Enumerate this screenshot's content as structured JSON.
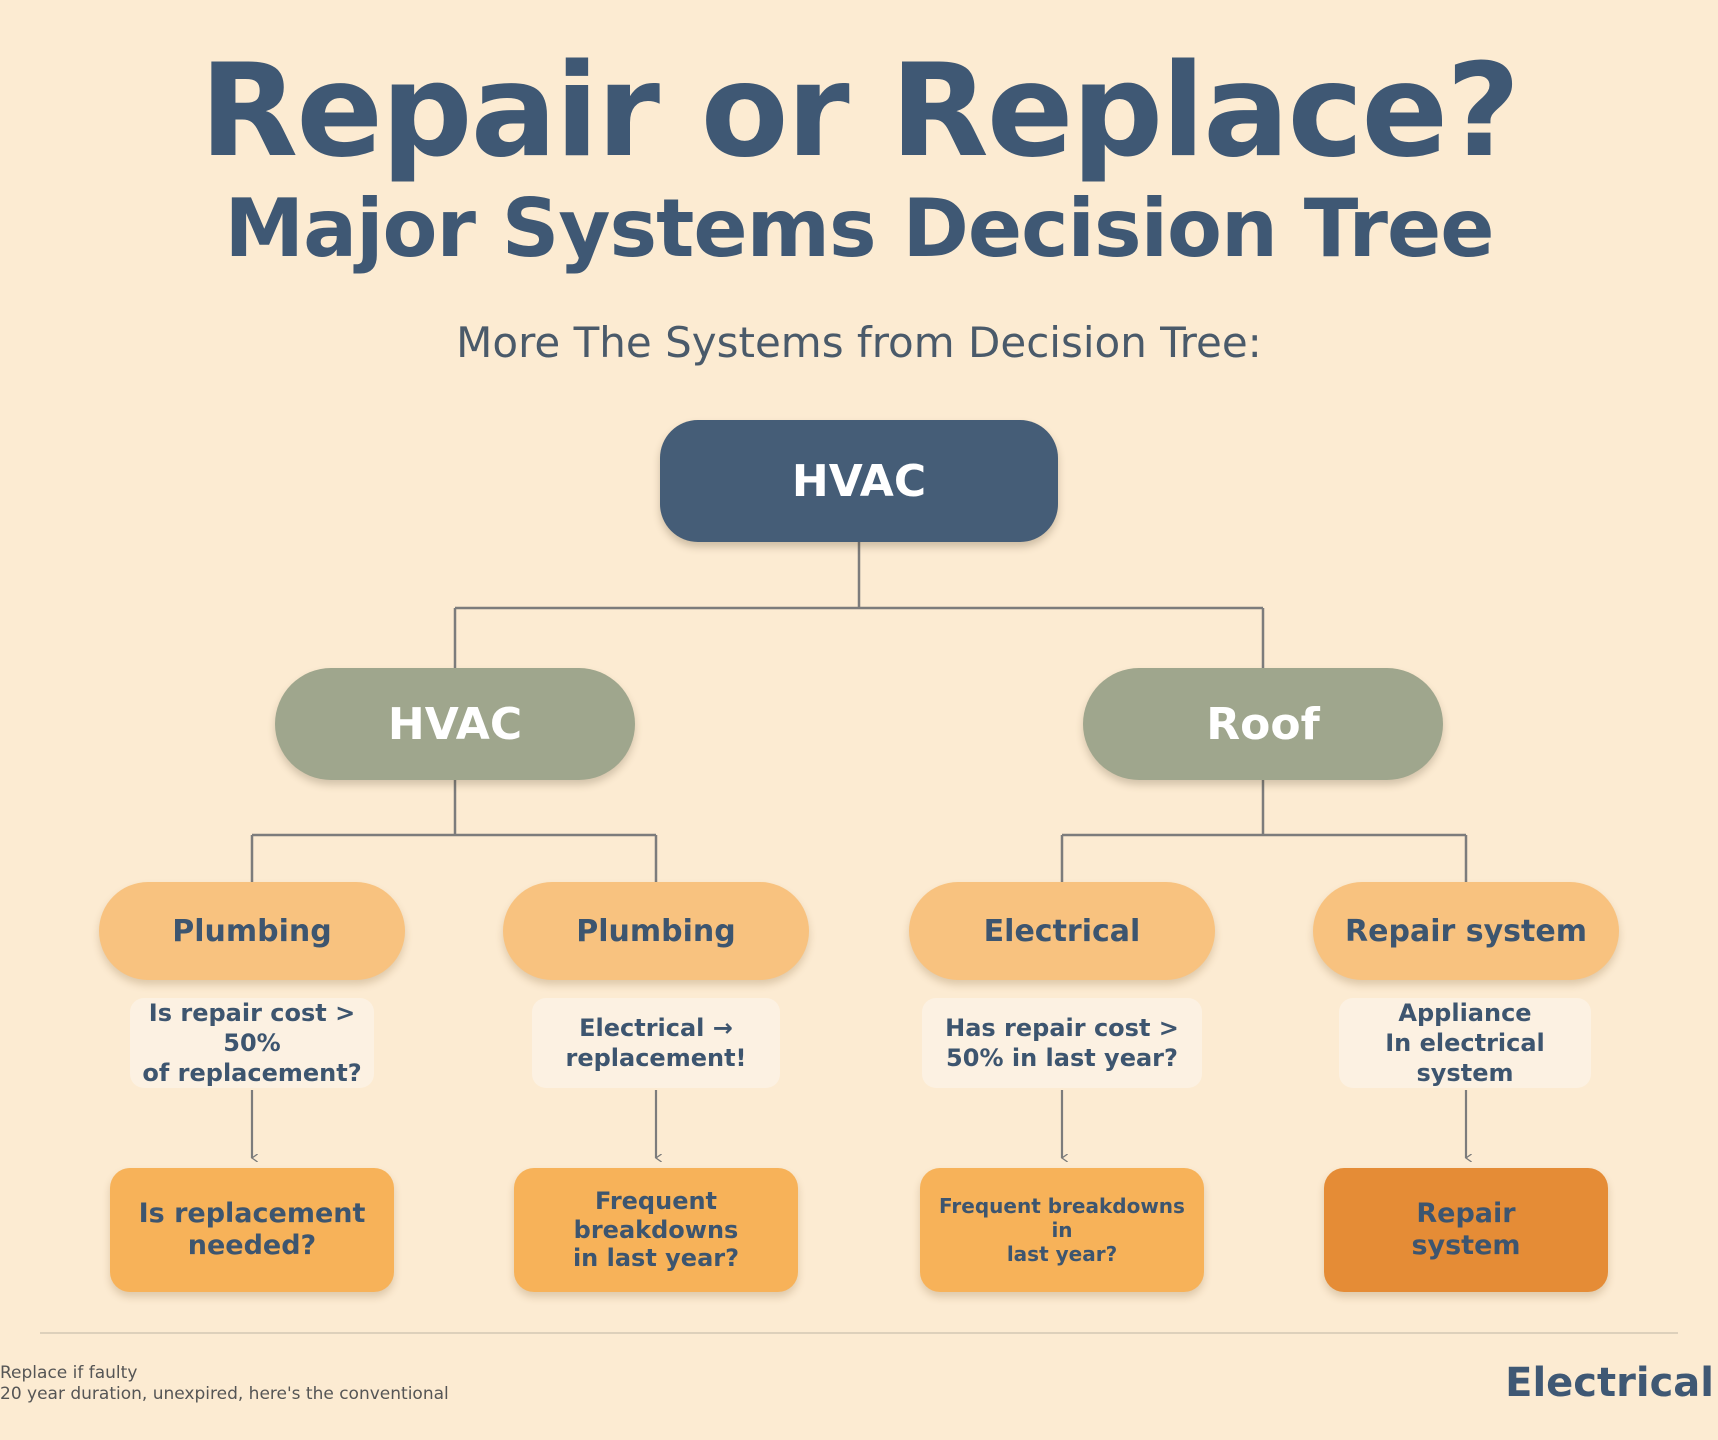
{
  "header": {
    "title": "Repair or Replace?",
    "subtitle": "Major Systems Decision Tree",
    "tagline": "More The Systems from Decision Tree:"
  },
  "tree": {
    "root": {
      "label": "HVAC"
    },
    "categories": [
      {
        "label": "HVAC"
      },
      {
        "label": "Roof"
      }
    ],
    "branches": [
      {
        "system": "Plumbing",
        "question": "Is repair cost > 50%\nof replacement?",
        "outcome": "Is replacement\nneeded?"
      },
      {
        "system": "Plumbing",
        "question": "Electrical →\nreplacement!",
        "outcome": "Frequent breakdowns\nin last year?"
      },
      {
        "system": "Electrical",
        "question": "Has repair cost >\n50% in last year?",
        "outcome": "Frequent breakdowns in\nlast year?"
      },
      {
        "system": "Repair system",
        "question": "Appliance\nIn electrical system",
        "outcome": "Repair\nsystem"
      }
    ]
  },
  "colors": {
    "background": "#fcebd2",
    "root_node": "#455d77",
    "category_node": "#9fa68d",
    "system_node": "#f8c27f",
    "question_box": "#fcf1e2",
    "outcome_box": "#f7b259",
    "final_outcome_box": "#e58c36",
    "text_dark": "#3f5874"
  },
  "footer": {
    "note_line1": "Replace if faulty",
    "note_line2": "20 year duration, unexpired, here's the conventional",
    "brand": "Electrical"
  }
}
